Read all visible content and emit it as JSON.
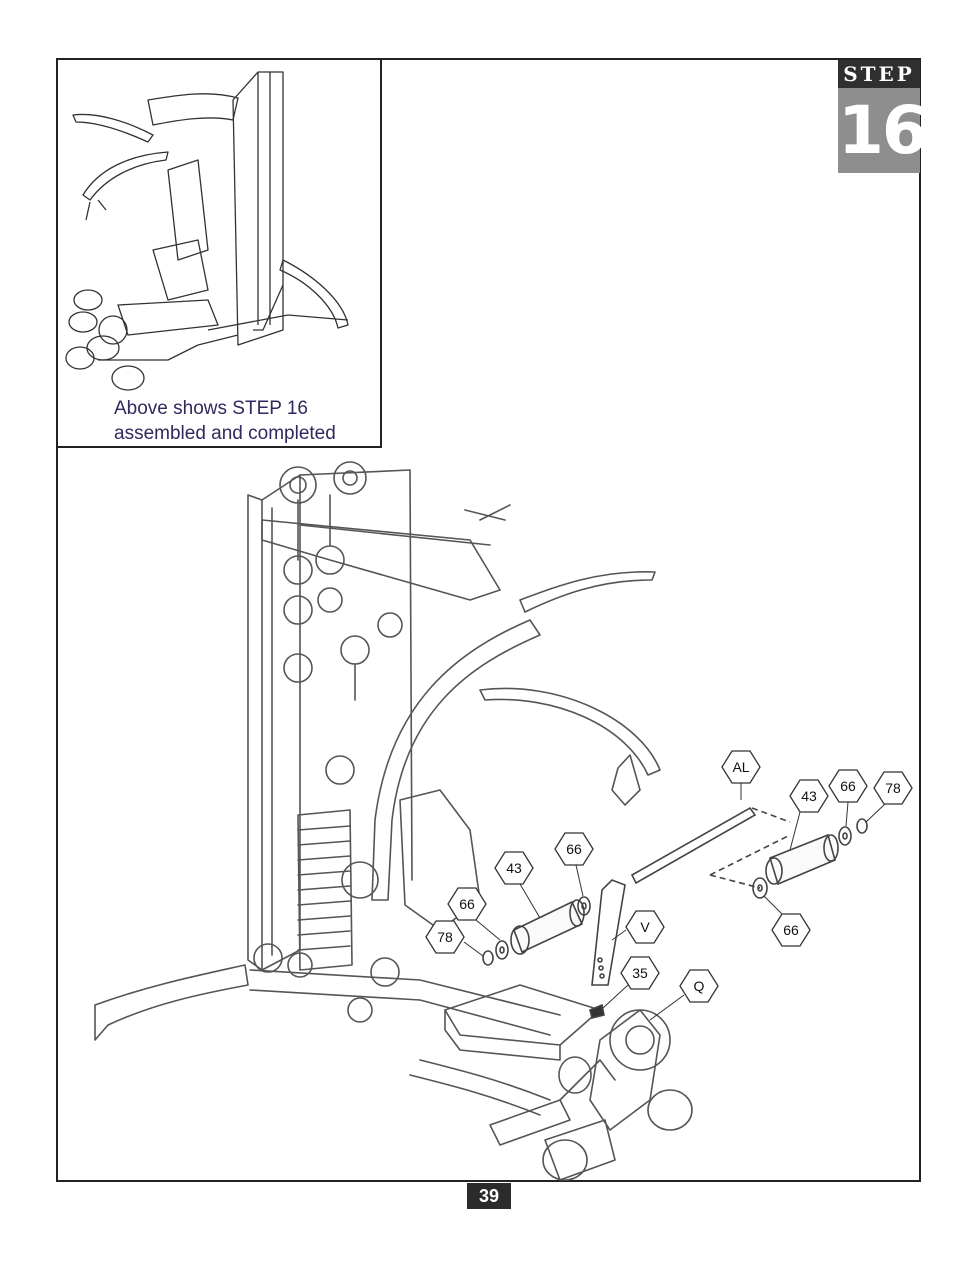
{
  "step": {
    "label": "STEP",
    "number": "16"
  },
  "inset": {
    "caption_line1": "Above shows STEP 16",
    "caption_line2": "assembled and completed"
  },
  "callouts": [
    "AL",
    "43",
    "66",
    "78",
    "66",
    "43",
    "66",
    "66",
    "78",
    "V",
    "35",
    "Q"
  ],
  "page_number": "39"
}
